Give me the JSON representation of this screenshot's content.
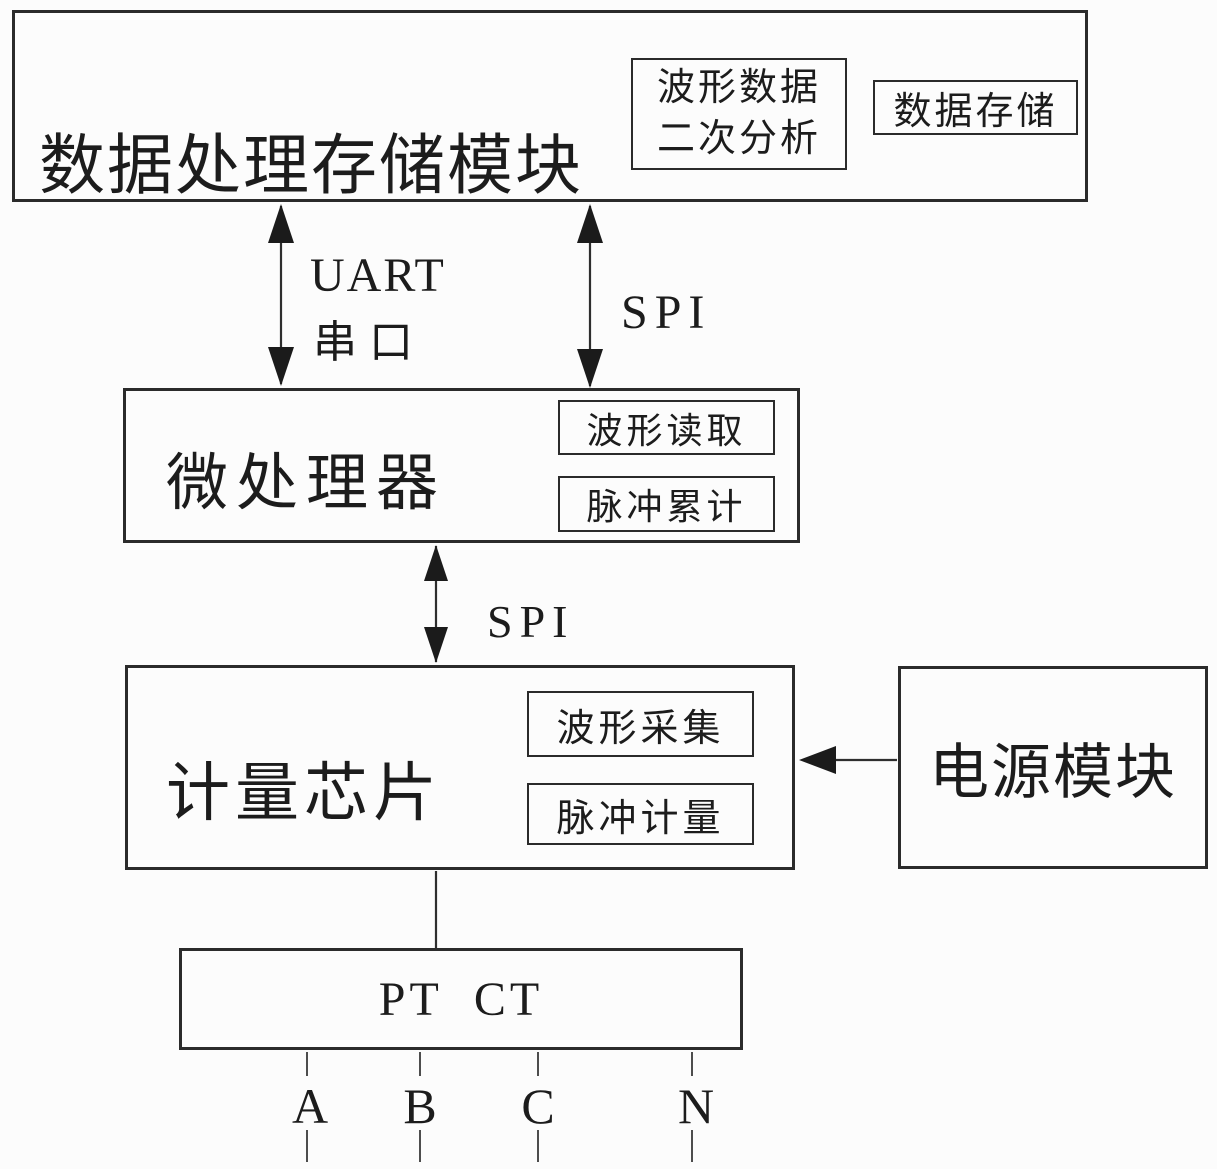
{
  "canvas": {
    "background": "#fcfcfc",
    "line_color": "#2b2b2b"
  },
  "blocks": {
    "data_module": {
      "label": "数据处理存储模块"
    },
    "waveform_analysis": {
      "line1": "波形数据",
      "line2": "二次分析"
    },
    "data_storage": {
      "label": "数据存储"
    },
    "mcu": {
      "label": "微处理器"
    },
    "waveform_read": {
      "label": "波形读取"
    },
    "pulse_accumulate": {
      "label": "脉冲累计"
    },
    "metering_chip": {
      "label": "计量芯片"
    },
    "waveform_capture": {
      "label": "波形采集"
    },
    "pulse_metering": {
      "label": "脉冲计量"
    },
    "power_module": {
      "label": "电源模块"
    },
    "pt_ct": {
      "label": "PT  CT"
    }
  },
  "connectors": {
    "uart": {
      "line1": "UART",
      "line2": "串口"
    },
    "spi_top": {
      "label": "SPI"
    },
    "spi_mid": {
      "label": "SPI"
    }
  },
  "phases": [
    "A",
    "B",
    "C",
    "N"
  ]
}
